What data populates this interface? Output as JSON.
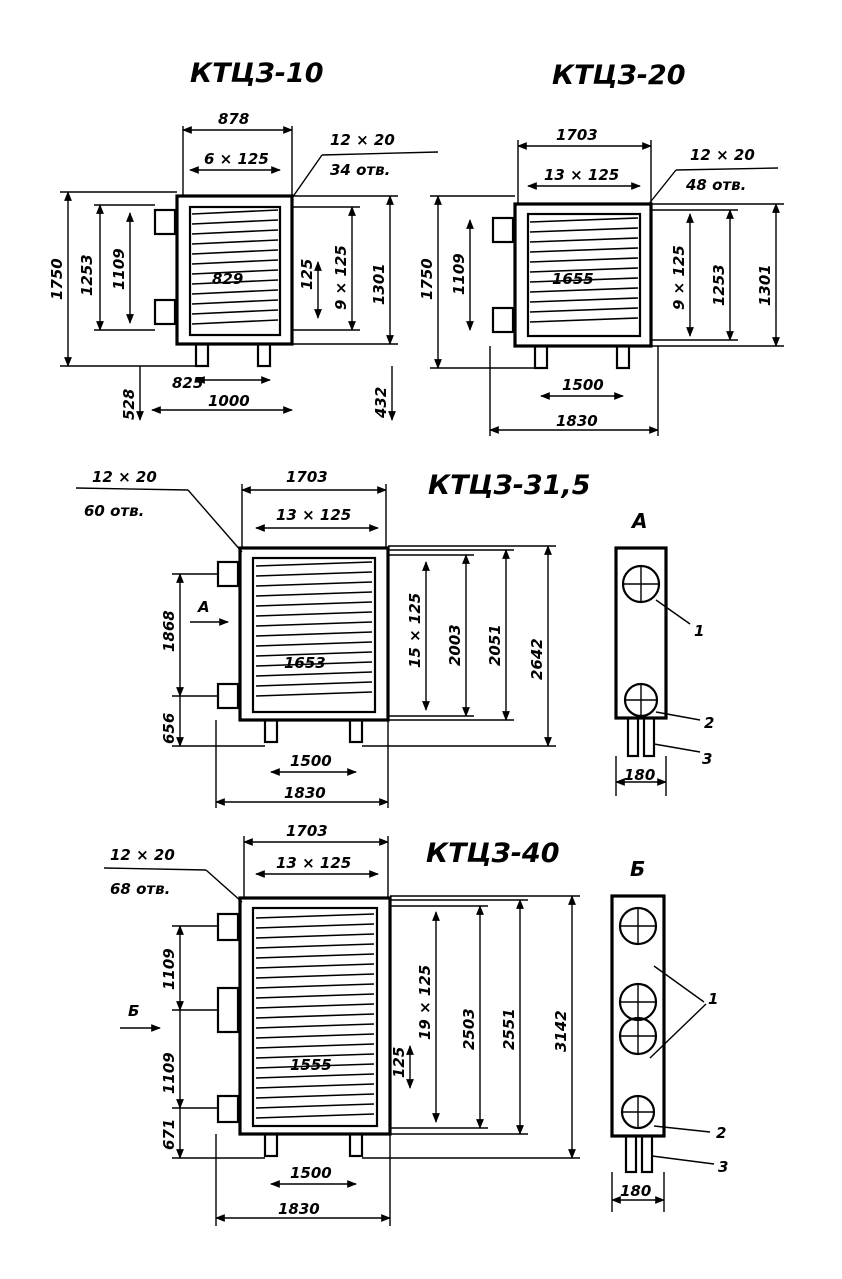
{
  "units": [
    {
      "title": "КТЦЗ-10",
      "dims": {
        "width_total": "878",
        "pitch_horiz": "6 × 125",
        "holes_size": "12 × 20",
        "holes_count": "34 отв.",
        "height_total": "1750",
        "height_a": "1253",
        "height_b": "1109",
        "inner_width": "829",
        "pitch_small": "125",
        "pitch_vert": "9 × 125",
        "height_c": "1301",
        "bottom_left": "528",
        "bottom_offset": "825",
        "bottom_width": "1000",
        "bottom_right": "432"
      }
    },
    {
      "title": "КТЦЗ-20",
      "dims": {
        "width_total": "1703",
        "pitch_horiz": "13 × 125",
        "holes_size": "12 × 20",
        "holes_count": "48 отв.",
        "height_total": "1750",
        "height_b": "1109",
        "inner_width": "1655",
        "pitch_vert": "9 × 125",
        "height_a": "1253",
        "height_c": "1301",
        "bottom_inner": "1500",
        "bottom_width": "1830"
      }
    },
    {
      "title": "КТЦЗ-31,5",
      "dims": {
        "holes_size": "12 × 20",
        "holes_count": "60 отв.",
        "width_total": "1703",
        "pitch_horiz": "13 × 125",
        "view_marker": "А",
        "height_left": "1868",
        "height_bottom_left": "656",
        "inner_width": "1653",
        "pitch_vert": "15 × 125",
        "height_a": "2003",
        "height_b": "2051",
        "height_c": "2642",
        "bottom_inner": "1500",
        "bottom_width": "1830"
      },
      "side_view": {
        "marker": "А",
        "labels": [
          "1",
          "2",
          "3"
        ],
        "width": "180"
      }
    },
    {
      "title": "КТЦЗ-40",
      "dims": {
        "width_total": "1703",
        "holes_size": "12 × 20",
        "holes_count": "68 отв.",
        "pitch_horiz": "13 × 125",
        "view_marker": "Б",
        "height_top_left": "1109",
        "height_mid_left": "1109",
        "height_bottom_left": "671",
        "inner_width": "1555",
        "pitch_small": "125",
        "pitch_vert": "19 × 125",
        "height_a": "2503",
        "height_b": "2551",
        "height_c": "3142",
        "bottom_inner": "1500",
        "bottom_width": "1830"
      },
      "side_view": {
        "marker": "Б",
        "labels": [
          "1",
          "2",
          "3"
        ],
        "width": "180"
      }
    }
  ]
}
